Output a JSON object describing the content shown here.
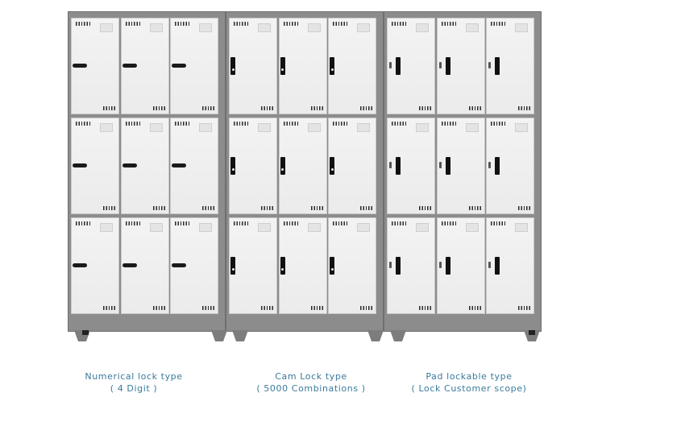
{
  "captions": [
    {
      "line1": "Numerical lock type",
      "line2": "( 4 Digit )"
    },
    {
      "line1": "Cam Lock type",
      "line2": "( 5000 Combinations )"
    },
    {
      "line1": "Pad lockable type",
      "line2": "( Lock Customer scope)"
    }
  ],
  "lockers": [
    {
      "id": "numerical",
      "lock_icon": "numerical-lock-icon",
      "rows": 3,
      "columns": 3
    },
    {
      "id": "cam",
      "lock_icon": "cam-lock-icon",
      "rows": 3,
      "columns": 3
    },
    {
      "id": "pad",
      "lock_icon": "pad-lock-icon",
      "rows": 3,
      "columns": 3
    }
  ],
  "colors": {
    "frame": "#8c8c8c",
    "door": "#ebebeb",
    "caption_text": "#3a7a9c"
  }
}
